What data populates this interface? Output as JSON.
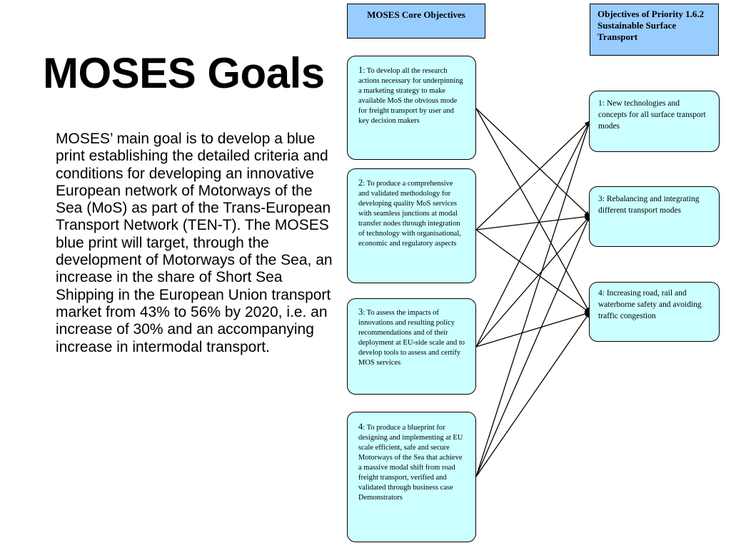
{
  "title": "MOSES Goals",
  "body": "MOSES’ main goal is to develop a blue print establishing the detailed criteria and conditions for developing an innovative European network of Motorways of the Sea (MoS) as part of the Trans-European Transport Network (TEN-T). The MOSES blue print will target, through the development of Motorways of the Sea, an increase in the share of Short Sea Shipping in the European Union transport market from 43% to 56% by 2020, i.e. an increase of 30% and an accompanying increase in intermodal transport.",
  "headers": {
    "left": "MOSES Core Objectives",
    "right": "Objectives of Priority 1.6.2 Sustainable Surface Transport"
  },
  "core_objectives": [
    {
      "num": "1",
      "text": ": To develop all the research actions necessary for underpinning a marketing strategy to make available MoS the obvious mode for freight transport by user and key decision makers"
    },
    {
      "num": "2",
      "text": ": To produce a comprehensive and validated methodology for developing quality MoS services with seamless junctions at modal transfer nodes through integration of technology with organisational, economic and regulatory aspects"
    },
    {
      "num": "3",
      "text": ": To assess the impacts of innovations and resulting policy recommendations and of their deployment at EU-side scale and to develop tools to assess and certify MOS services"
    },
    {
      "num": "4",
      "text": ": To produce a blueprint for designing and implementing at EU scale efficient, safe and secure Motorways of the Sea that achieve a massive modal shift from road freight transport, verified and validated through business case Demonstrators"
    }
  ],
  "priority_objectives": [
    {
      "text": "1: New technologies and concepts for all surface transport modes"
    },
    {
      "text": "3: Rebalancing and integrating different transport modes"
    },
    {
      "text": "4: Increasing road, rail and waterborne safety and avoiding traffic congestion"
    }
  ],
  "links": [
    {
      "from": 0,
      "to": 1
    },
    {
      "from": 0,
      "to": 2
    },
    {
      "from": 1,
      "to": 0
    },
    {
      "from": 1,
      "to": 1
    },
    {
      "from": 1,
      "to": 2
    },
    {
      "from": 2,
      "to": 0
    },
    {
      "from": 2,
      "to": 1
    },
    {
      "from": 2,
      "to": 2
    },
    {
      "from": 3,
      "to": 0
    },
    {
      "from": 3,
      "to": 1
    },
    {
      "from": 3,
      "to": 2
    }
  ]
}
